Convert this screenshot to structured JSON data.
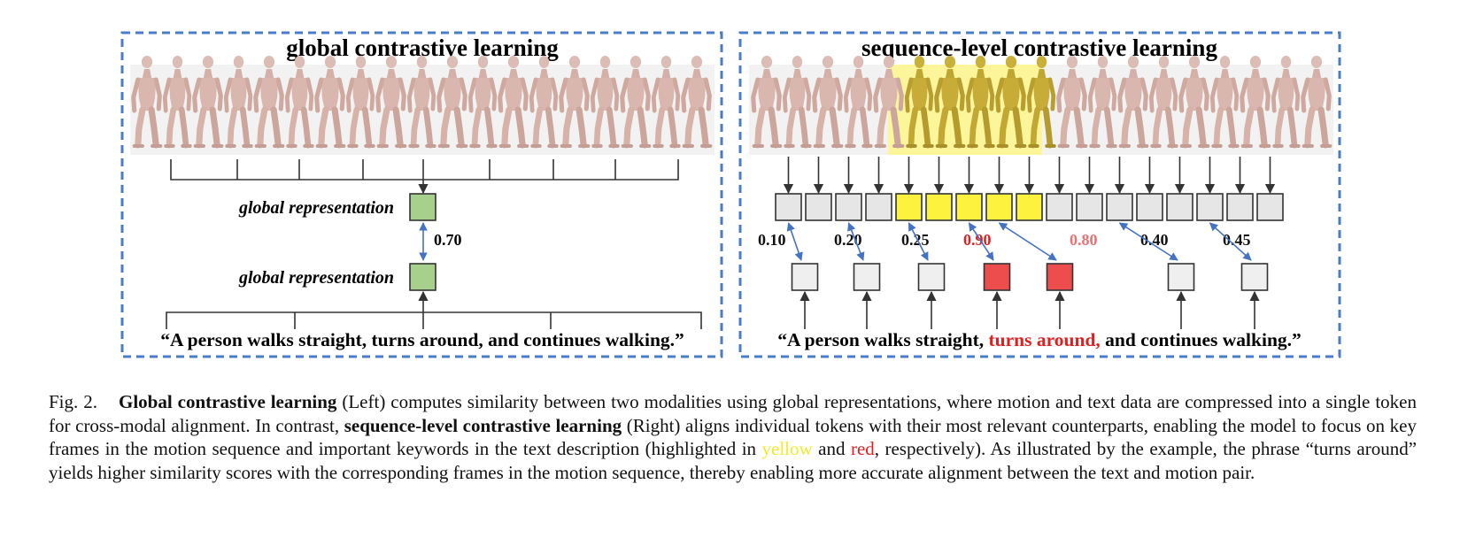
{
  "left_panel": {
    "title": "global contrastive learning",
    "motion_repr_label": "global representation",
    "text_repr_label": "global representation",
    "score": "0.70",
    "sentence": "“A person walks straight, turns around,  and continues walking.”"
  },
  "right_panel": {
    "title": "sequence-level contrastive learning",
    "scores": [
      {
        "value": "0.10",
        "highlight": "none"
      },
      {
        "value": "0.20",
        "highlight": "none"
      },
      {
        "value": "0.25",
        "highlight": "none"
      },
      {
        "value": "0.90",
        "highlight": "strong"
      },
      {
        "value": "0.80",
        "highlight": "light"
      },
      {
        "value": "0.40",
        "highlight": "none"
      },
      {
        "value": "0.45",
        "highlight": "none"
      }
    ],
    "sentence_part1": "“A person walks straight, ",
    "sentence_highlight": "turns around,",
    "sentence_part2": "  and continues walking.”"
  },
  "colors": {
    "panel_border": "#4a7cc9",
    "global_token": "#a8d08d",
    "frame_token": "#e6e6e6",
    "key_frame_token": "#fdf23d",
    "key_frame_band": "#fcf59a",
    "key_word_token": "#ee4d4d",
    "word_token": "#efefef",
    "score_strong": "#e02020",
    "score_light": "#ee7070",
    "similarity_arrow": "#4472c4"
  },
  "caption": {
    "fig_label": "Fig. 2.",
    "bold1": "Global contrastive learning",
    "text1": " (Left) computes similarity between two modalities using global representations, where motion and text data are compressed into a single token for cross-modal alignment. In contrast, ",
    "bold2": "sequence-level contrastive learning",
    "text2": " (Right) aligns individual tokens with their most relevant counterparts, enabling the model to focus on key frames in the motion sequence and important keywords in the text description (highlighted in ",
    "yellow_word": "yellow",
    "text3": " and ",
    "red_word": "red",
    "text4": ", respectively). As illustrated by the example, the phrase “turns around” yields higher similarity scores with the corresponding frames in the motion sequence, thereby enabling more accurate alignment between the text and motion pair."
  }
}
